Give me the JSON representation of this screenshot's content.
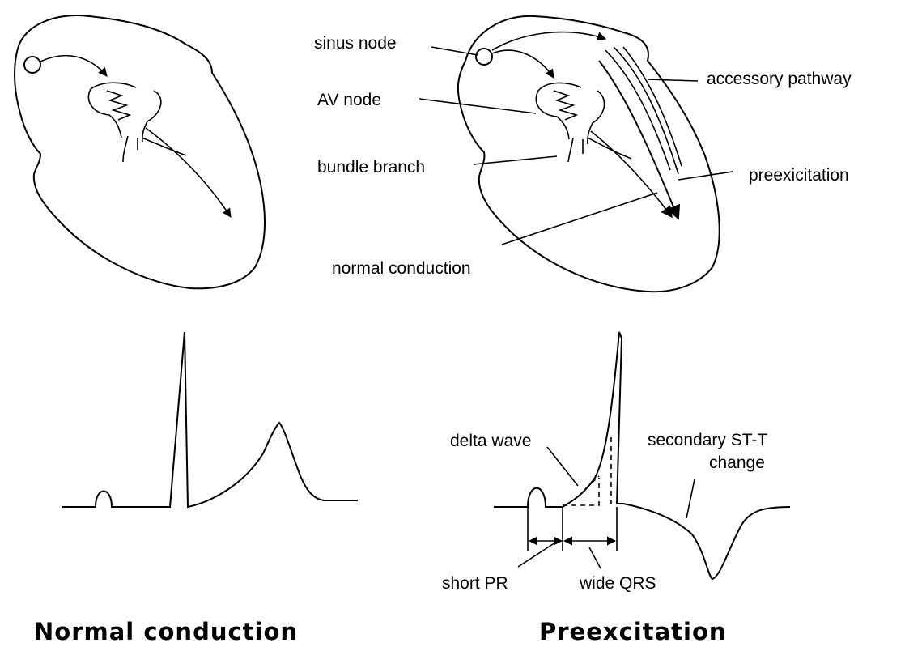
{
  "labels": {
    "sinus_node": "sinus node",
    "accessory_pathway": "accessory pathway",
    "av_node": "AV node",
    "bundle_branch": "bundle branch",
    "preexcitation": "preexicitation",
    "normal_conduction": "normal conduction",
    "delta_wave": "delta wave",
    "secondary_st_t_line1": "secondary ST-T",
    "secondary_st_t_line2": "change",
    "short_pr": "short PR",
    "wide_qrs": "wide QRS"
  },
  "titles": {
    "left": "Normal conduction",
    "right": "Preexcitation"
  }
}
